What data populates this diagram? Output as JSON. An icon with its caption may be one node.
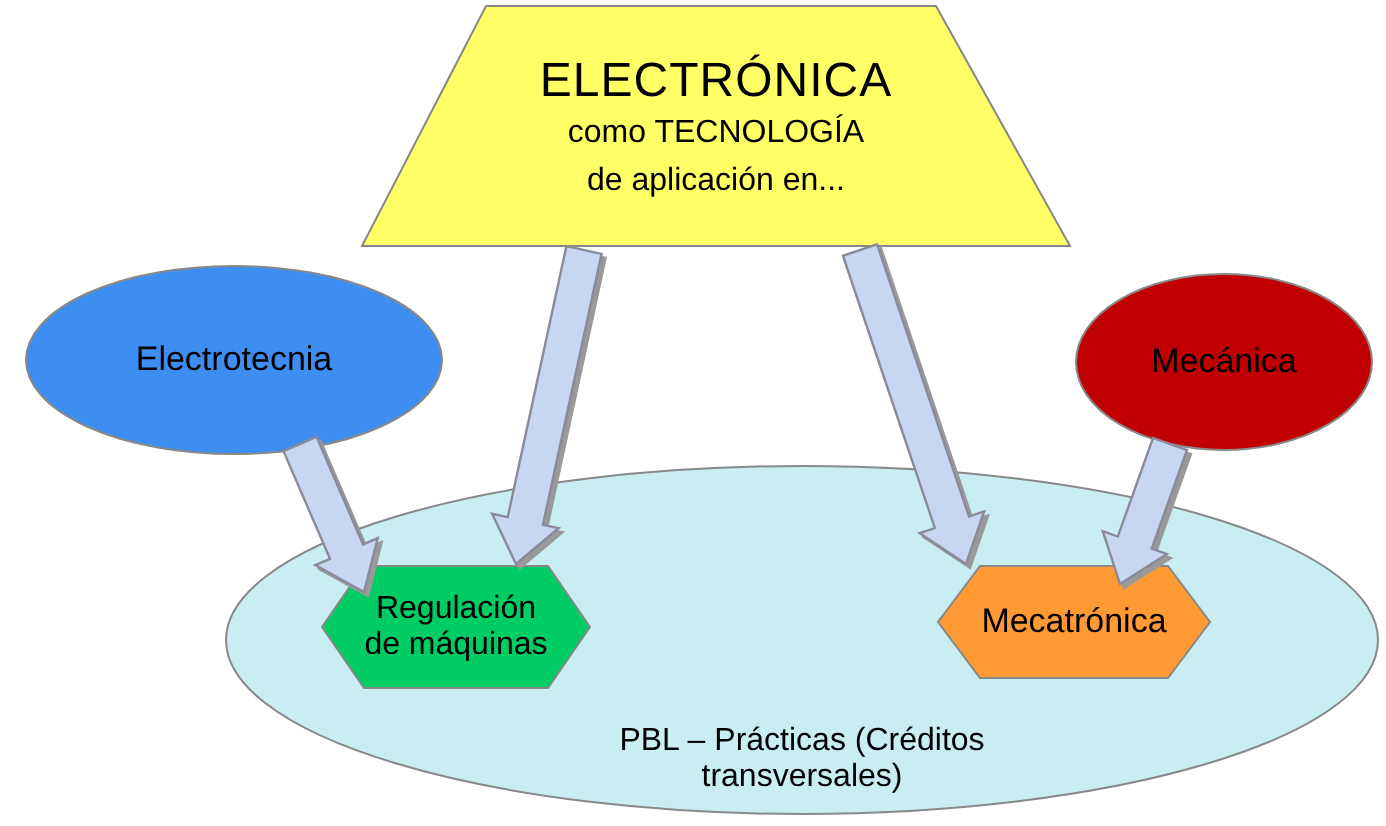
{
  "diagram": {
    "nodes": [
      {
        "text": [
          "ELECTRÓNICA",
          "como TECNOLOGÍA de aplicación en..."
        ]
      },
      {
        "text": [
          "Electrotecnia"
        ]
      },
      {
        "text": [
          "Mecánica"
        ]
      },
      {
        "text": [
          "PBL – Prácticas (Créditos transversales)"
        ]
      },
      {
        "text": [
          "Regulación de máquinas"
        ],
        "in": 3
      },
      {
        "text": [
          "Mecatrónica"
        ],
        "in": 3
      }
    ],
    "edges": [
      {
        "from": 1,
        "to": 4,
        "arrow": "to"
      },
      {
        "from": 0,
        "to": 4,
        "arrow": "to"
      },
      {
        "from": 0,
        "to": 5,
        "arrow": "to"
      },
      {
        "from": 2,
        "to": 5,
        "arrow": "to"
      }
    ]
  }
}
